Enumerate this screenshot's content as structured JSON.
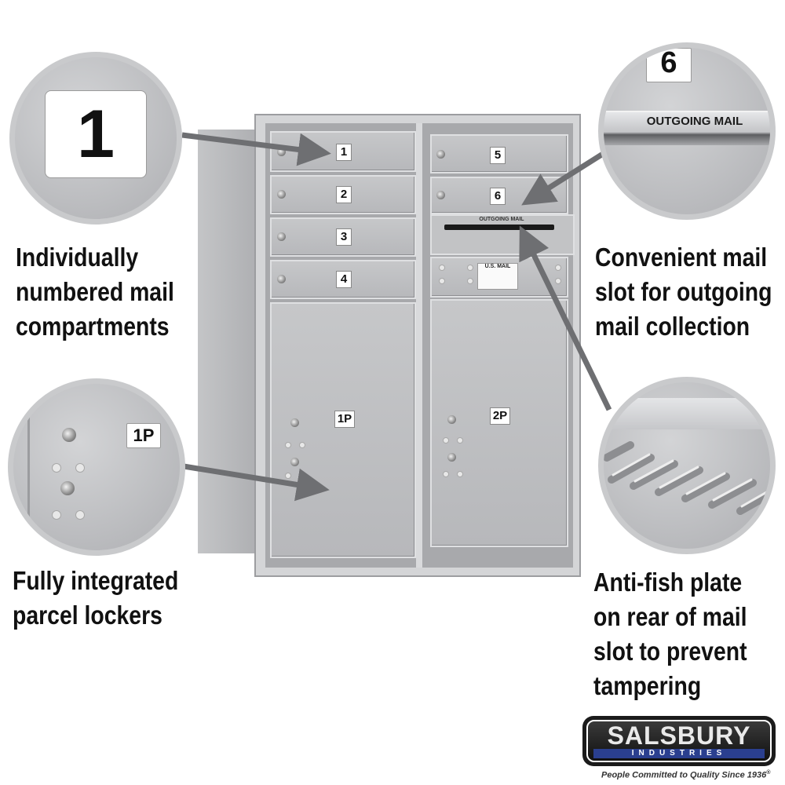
{
  "callouts": {
    "numbered": {
      "label_number": "1",
      "caption_lines": [
        "Individually",
        "numbered mail",
        "compartments"
      ]
    },
    "outgoing": {
      "label_number": "6",
      "plate_text": "OUTGOING MAIL",
      "caption_lines": [
        "Convenient mail",
        "slot for outgoing",
        "mail collection"
      ]
    },
    "parcel": {
      "label_number": "1P",
      "caption_lines": [
        "Fully integrated",
        "parcel lockers"
      ]
    },
    "antifish": {
      "caption_lines": [
        "Anti-fish plate",
        "on rear of mail",
        "slot to prevent",
        "tampering"
      ]
    }
  },
  "mailbox": {
    "doors": [
      "1",
      "2",
      "3",
      "4",
      "5",
      "6"
    ],
    "parcels": [
      "1P",
      "2P"
    ],
    "outgoing_plate": "OUTGOING MAIL",
    "usmail_title": "U.S. MAIL"
  },
  "brand": {
    "name": "SALSBURY",
    "sub": "INDUSTRIES",
    "tagline": "People Committed to Quality Since 1936",
    "reg": "®"
  },
  "colors": {
    "metal": "#b9babd",
    "arrow": "#6e6f72",
    "brand_blue": "#2a3f8f"
  }
}
